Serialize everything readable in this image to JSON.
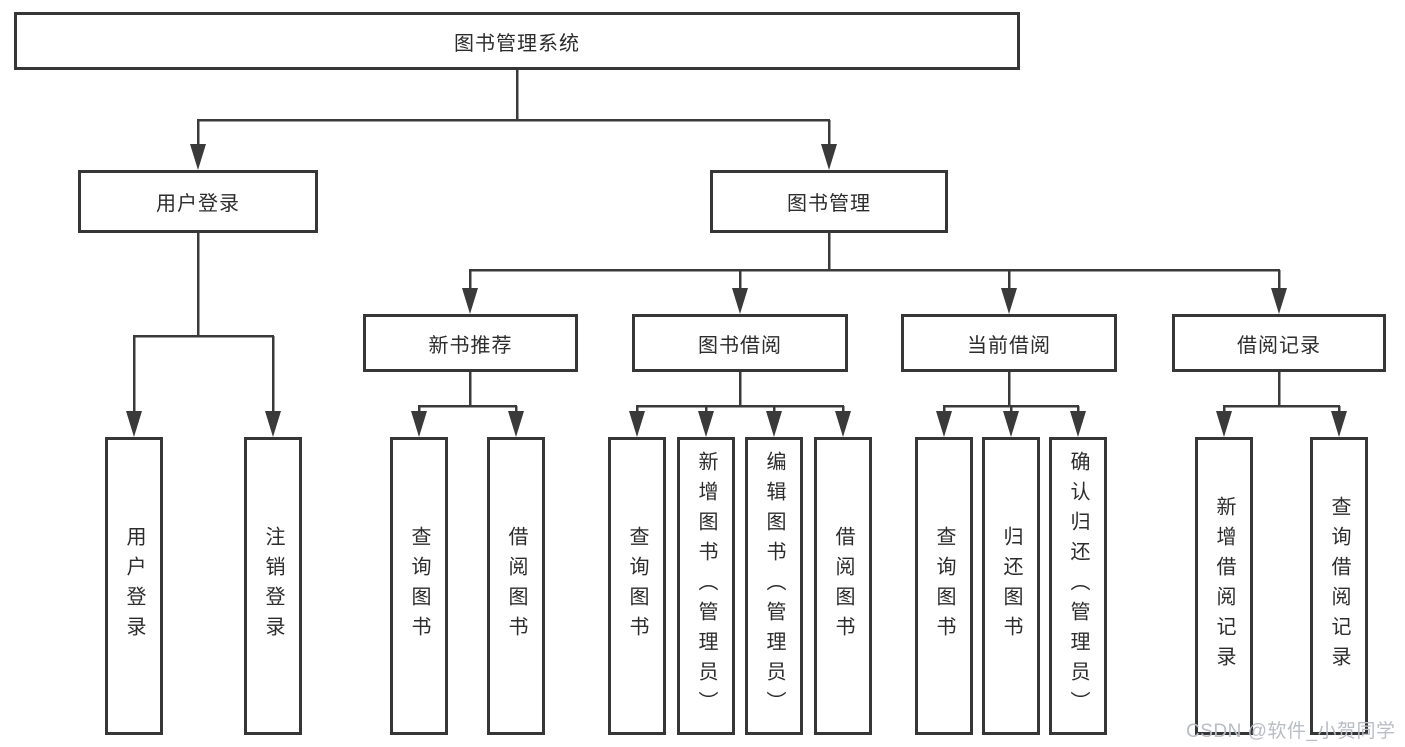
{
  "diagram": {
    "root": {
      "label": "图书管理系统"
    },
    "branches": {
      "user_login": {
        "label": "用户登录",
        "leaves": [
          "用户登录",
          "注销登录"
        ]
      },
      "book_mgmt": {
        "label": "图书管理",
        "groups": {
          "new_books": {
            "label": "新书推荐",
            "leaves": [
              "查询图书",
              "借阅图书"
            ]
          },
          "book_borrow": {
            "label": "图书借阅",
            "leaves": [
              "查询图书",
              "新增图书（管理员）",
              "编辑图书（管理员）",
              "借阅图书"
            ]
          },
          "current_borrow": {
            "label": "当前借阅",
            "leaves": [
              "查询图书",
              "归还图书",
              "确认归还（管理员）"
            ]
          },
          "borrow_records": {
            "label": "借阅记录",
            "leaves": [
              "新增借阅记录",
              "查询借阅记录"
            ]
          }
        }
      }
    }
  },
  "watermark": "CSDN @软件_小贺同学",
  "colors": {
    "line": "#3a3a3a",
    "box_border": "#363636",
    "box_fill": "#ffffff",
    "text": "#2c2c2c",
    "watermark": "#b9bdc4"
  }
}
